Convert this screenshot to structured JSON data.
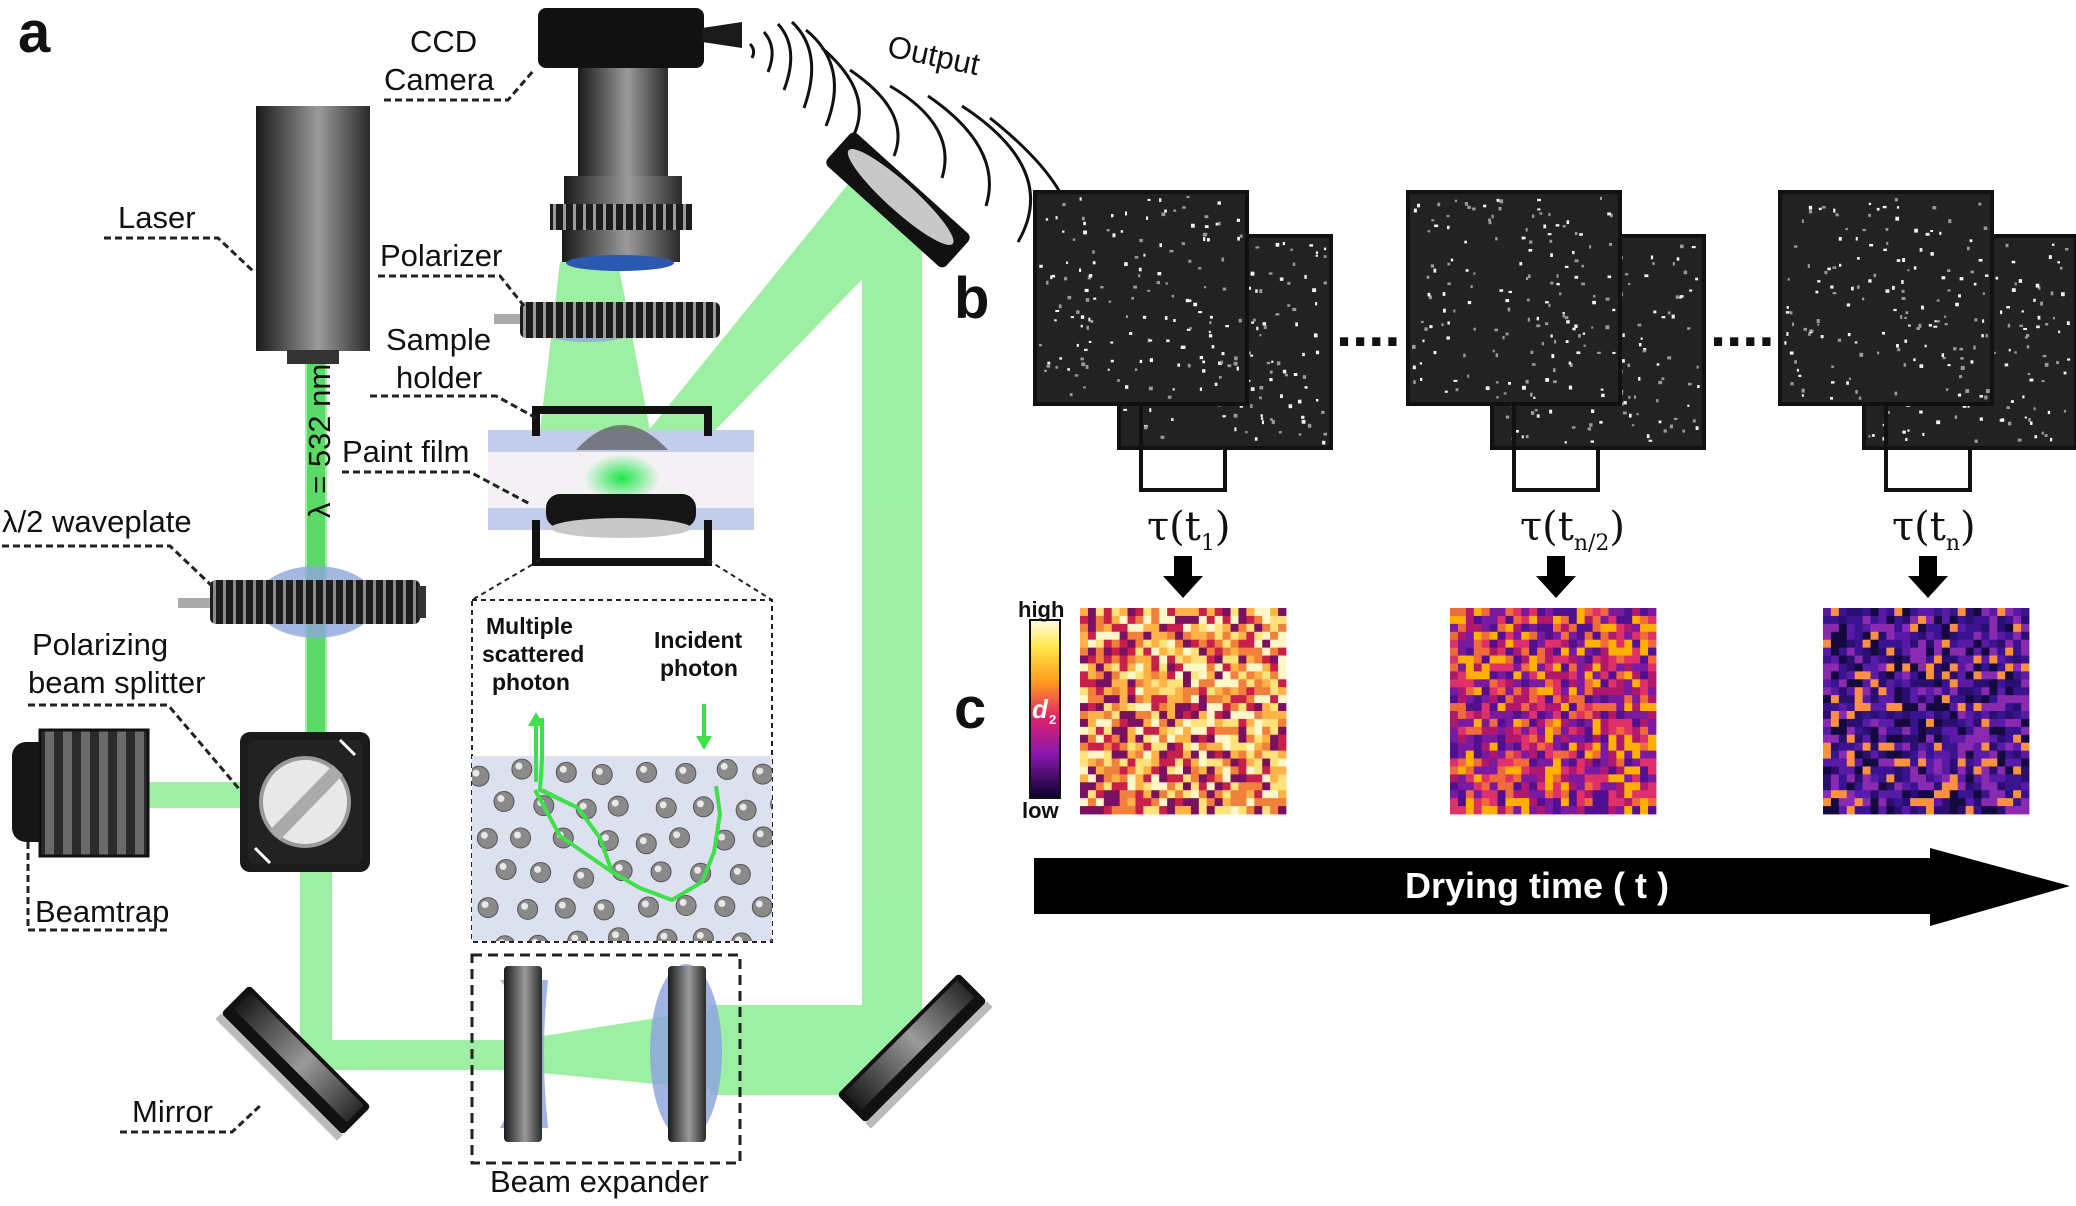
{
  "panels": {
    "a": "a",
    "b": "b",
    "c": "c"
  },
  "labels": {
    "ccd_camera_line1": "CCD",
    "ccd_camera_line2": "Camera",
    "output": "Output",
    "laser": "Laser",
    "polarizer": "Polarizer",
    "sample_holder_line1": "Sample",
    "sample_holder_line2": "holder",
    "paint_film": "Paint film",
    "waveplate": "λ/2 waveplate",
    "wavelength": "λ = 532 nm",
    "pbs_line1": "Polarizing",
    "pbs_line2": "beam splitter",
    "beamtrap": "Beamtrap",
    "mirror": "Mirror",
    "beam_expander": "Beam expander",
    "multiple_line1": "Multiple",
    "multiple_line2": "scattered",
    "multiple_line3": "photon",
    "incident_line1": "Incident",
    "incident_line2": "photon"
  },
  "speckle": {
    "ellipsis": "....",
    "taus": [
      {
        "main": "τ(t",
        "sub": "1",
        "close": ")"
      },
      {
        "main": "τ(t",
        "sub": "n/2",
        "close": ")"
      },
      {
        "main": "τ(t",
        "sub": "n",
        "close": ")"
      }
    ]
  },
  "colorbar": {
    "high": "high",
    "low": "low",
    "symbol": "d",
    "symbol_sub": "2"
  },
  "maps": [
    {
      "stage": "early",
      "palette": [
        "#fff7c8",
        "#ffe27a",
        "#ffb347",
        "#f0803c",
        "#c8204a",
        "#7a1060"
      ]
    },
    {
      "stage": "middle",
      "palette": [
        "#b0186e",
        "#e0306a",
        "#f06a3a",
        "#ffb000",
        "#7a1aa0",
        "#501090"
      ]
    },
    {
      "stage": "late",
      "palette": [
        "#140a40",
        "#2a0f70",
        "#3a1490",
        "#5a1aa8",
        "#8a2ab0",
        "#ff9040"
      ]
    }
  ],
  "arrow": {
    "label": "Drying time ( t )"
  },
  "colors": {
    "beam": "#7dea86",
    "beam_dark": "#2ecc40",
    "lens": "#8fa6dd",
    "film": "#c3ccea"
  }
}
